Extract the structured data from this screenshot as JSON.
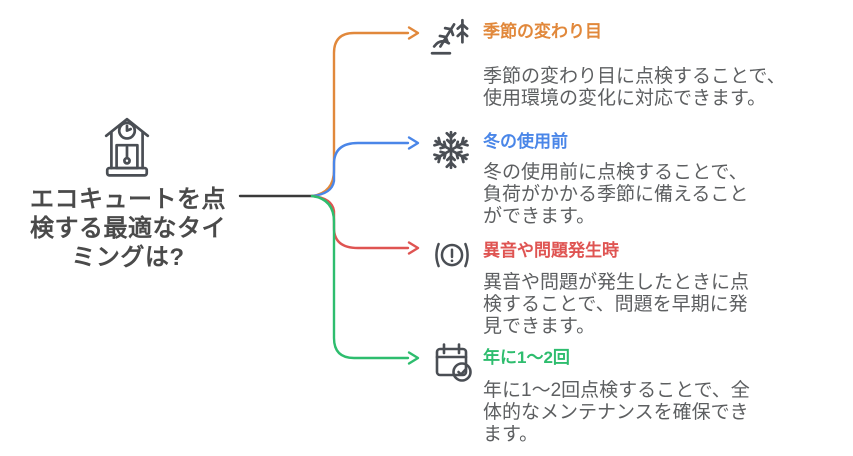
{
  "colors": {
    "title-color": "#4a4a4a",
    "desc-color": "#5d5f61",
    "icon-color": "#4a4e54",
    "trunk-color": "#3a3a3a"
  },
  "center": {
    "icon": "cuckoo-clock-icon",
    "title_lines": [
      "エコキュートを点",
      "検する最適なタイ",
      "ミングは?"
    ]
  },
  "branches": [
    {
      "id": "seasonal-change",
      "icon": "sprout-wind-icon",
      "color": "#e1883b",
      "title": "季節の変わり目",
      "description_lines": [
        "季節の変わり目に点検することで、",
        "使用環境の変化に対応できます。"
      ]
    },
    {
      "id": "before-winter",
      "icon": "snowflake-icon",
      "color": "#4a86e8",
      "title": "冬の使用前",
      "description_lines": [
        "冬の使用前に点検することで、",
        "負荷がかかる季節に備えること",
        "ができます。"
      ]
    },
    {
      "id": "abnormal-noise",
      "icon": "alert-icon",
      "color": "#df5452",
      "title": "異音や問題発生時",
      "description_lines": [
        "異音や問題が発生したときに点",
        "検することで、問題を早期に発",
        "見できます。"
      ]
    },
    {
      "id": "yearly",
      "icon": "calendar-check-icon",
      "color": "#2ebd6e",
      "title": "年に1〜2回",
      "description_lines": [
        "年に1〜2回点検することで、全",
        "体的なメンテナンスを確保でき",
        "ます。"
      ]
    }
  ]
}
